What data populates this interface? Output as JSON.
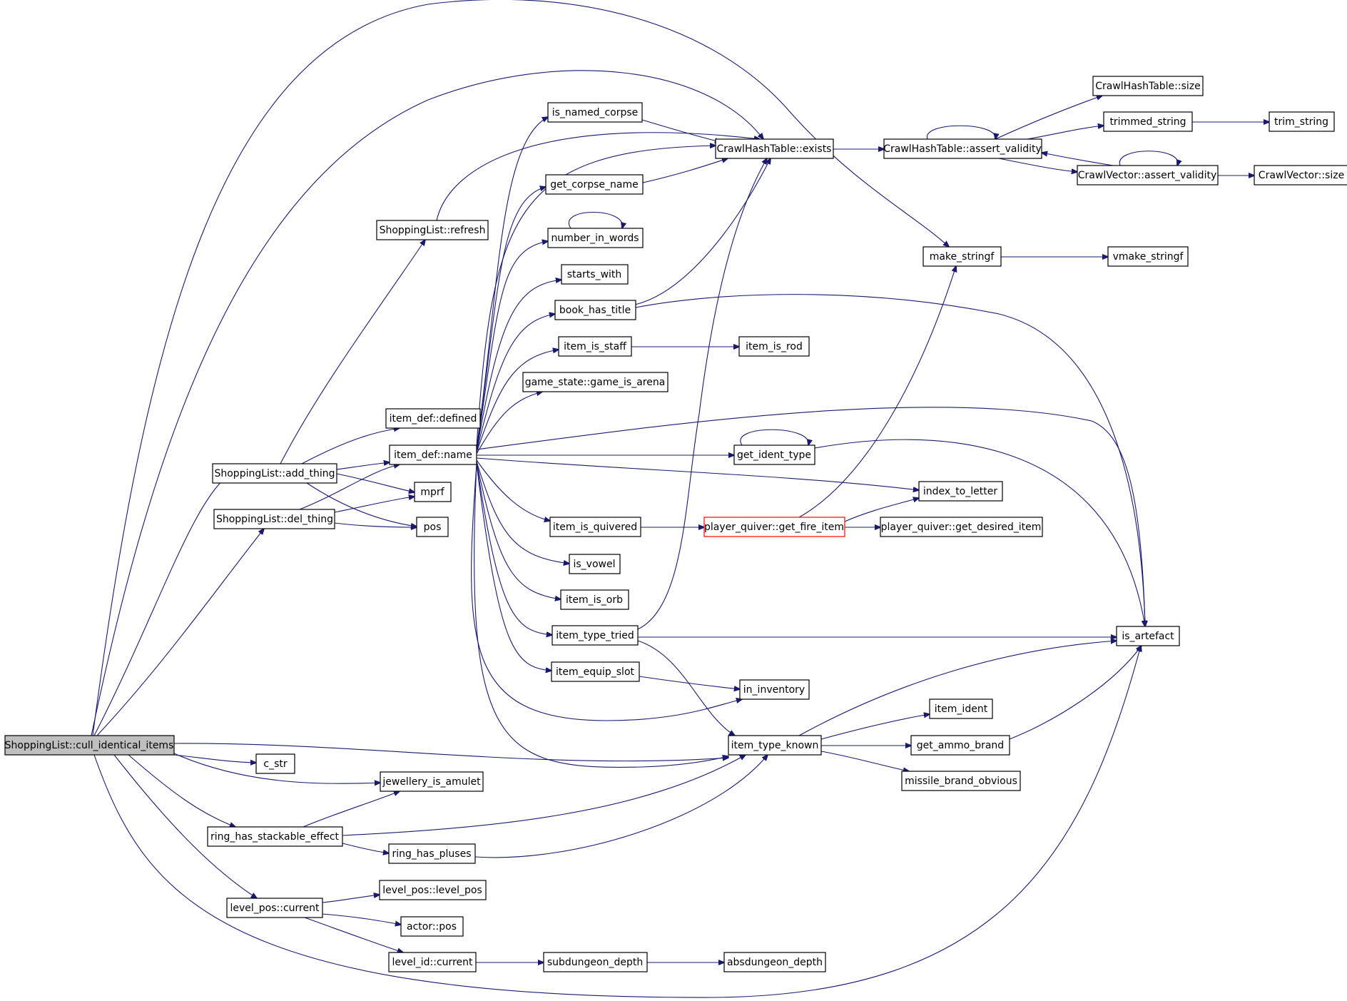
{
  "colors": {
    "edge": "#191970",
    "node_border": "#000000",
    "root_fill": "#bfbfbf",
    "truncated_border": "#ff0000",
    "background": "#ffffff"
  },
  "nodes": {
    "root": "ShoppingList::cull_identical_items",
    "refresh": "ShoppingList::refresh",
    "add_thing": "ShoppingList::add_thing",
    "del_thing": "ShoppingList::del_thing",
    "defined": "item_def::defined",
    "name": "item_def::name",
    "mprf": "mprf",
    "pos": "pos",
    "c_str": "c_str",
    "jewellery_is_amulet": "jewellery_is_amulet",
    "ring_has_stackable_effect": "ring_has_stackable_effect",
    "ring_has_pluses": "ring_has_pluses",
    "level_pos_current": "level_pos::current",
    "level_pos_level_pos": "level_pos::level_pos",
    "actor_pos": "actor::pos",
    "level_id_current": "level_id::current",
    "subdungeon_depth": "subdungeon_depth",
    "absdungeon_depth": "absdungeon_depth",
    "is_named_corpse": "is_named_corpse",
    "get_corpse_name": "get_corpse_name",
    "number_in_words": "number_in_words",
    "starts_with": "starts_with",
    "book_has_title": "book_has_title",
    "item_is_staff": "item_is_staff",
    "item_is_rod": "item_is_rod",
    "game_is_arena": "game_state::game_is_arena",
    "get_ident_type": "get_ident_type",
    "item_is_quivered": "item_is_quivered",
    "is_vowel": "is_vowel",
    "item_is_orb": "item_is_orb",
    "item_type_tried": "item_type_tried",
    "item_equip_slot": "item_equip_slot",
    "in_inventory": "in_inventory",
    "item_type_known": "item_type_known",
    "get_fire_item": "player_quiver::get_fire_item",
    "get_desired_item": "player_quiver::get_desired_item",
    "index_to_letter": "index_to_letter",
    "exists": "CrawlHashTable::exists",
    "hash_assert_validity": "CrawlHashTable::assert_validity",
    "hash_size": "CrawlHashTable::size",
    "trimmed_string": "trimmed_string",
    "trim_string": "trim_string",
    "vec_assert_validity": "CrawlVector::assert_validity",
    "vec_size": "CrawlVector::size",
    "make_stringf": "make_stringf",
    "vmake_stringf": "vmake_stringf",
    "is_artefact": "is_artefact",
    "item_ident": "item_ident",
    "get_ammo_brand": "get_ammo_brand",
    "missile_brand_obvious": "missile_brand_obvious"
  }
}
